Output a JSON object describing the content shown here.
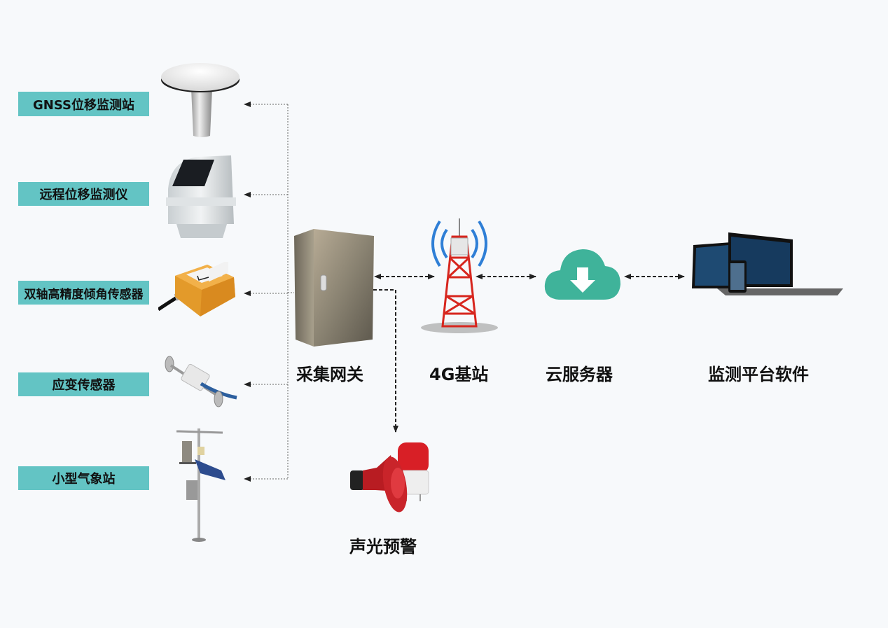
{
  "sensors": [
    {
      "label": "GNSS位移监测站",
      "icon": "gnss-antenna"
    },
    {
      "label": "远程位移监测仪",
      "icon": "remote-displacement-monitor"
    },
    {
      "label": "双轴高精度倾角传感器",
      "icon": "tilt-sensor"
    },
    {
      "label": "应变传感器",
      "icon": "strain-sensor"
    },
    {
      "label": "小型气象站",
      "icon": "weather-station"
    }
  ],
  "nodes": {
    "gateway": "采集网关",
    "base_station": "4G基站",
    "cloud": "云服务器",
    "platform": "监测平台软件",
    "alarm": "声光预警"
  },
  "colors": {
    "label_bg": "#63c4c4",
    "cloud": "#3fb39a",
    "tower_red": "#d7261e",
    "signal_blue": "#2f7fd6"
  }
}
